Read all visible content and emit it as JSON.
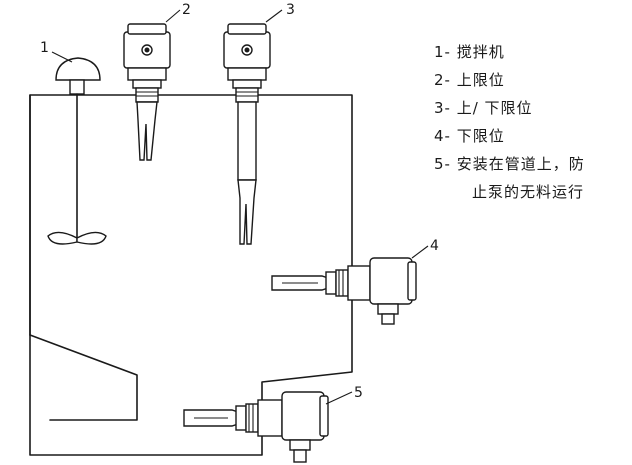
{
  "callouts": [
    "1",
    "2",
    "3",
    "4",
    "5"
  ],
  "legend": [
    "1- 搅拌机",
    "2- 上限位",
    "3- 上/ 下限位",
    "4- 下限位",
    "5- 安装在管道上，防"
  ],
  "legend_continuation": "止泵的无料运行"
}
